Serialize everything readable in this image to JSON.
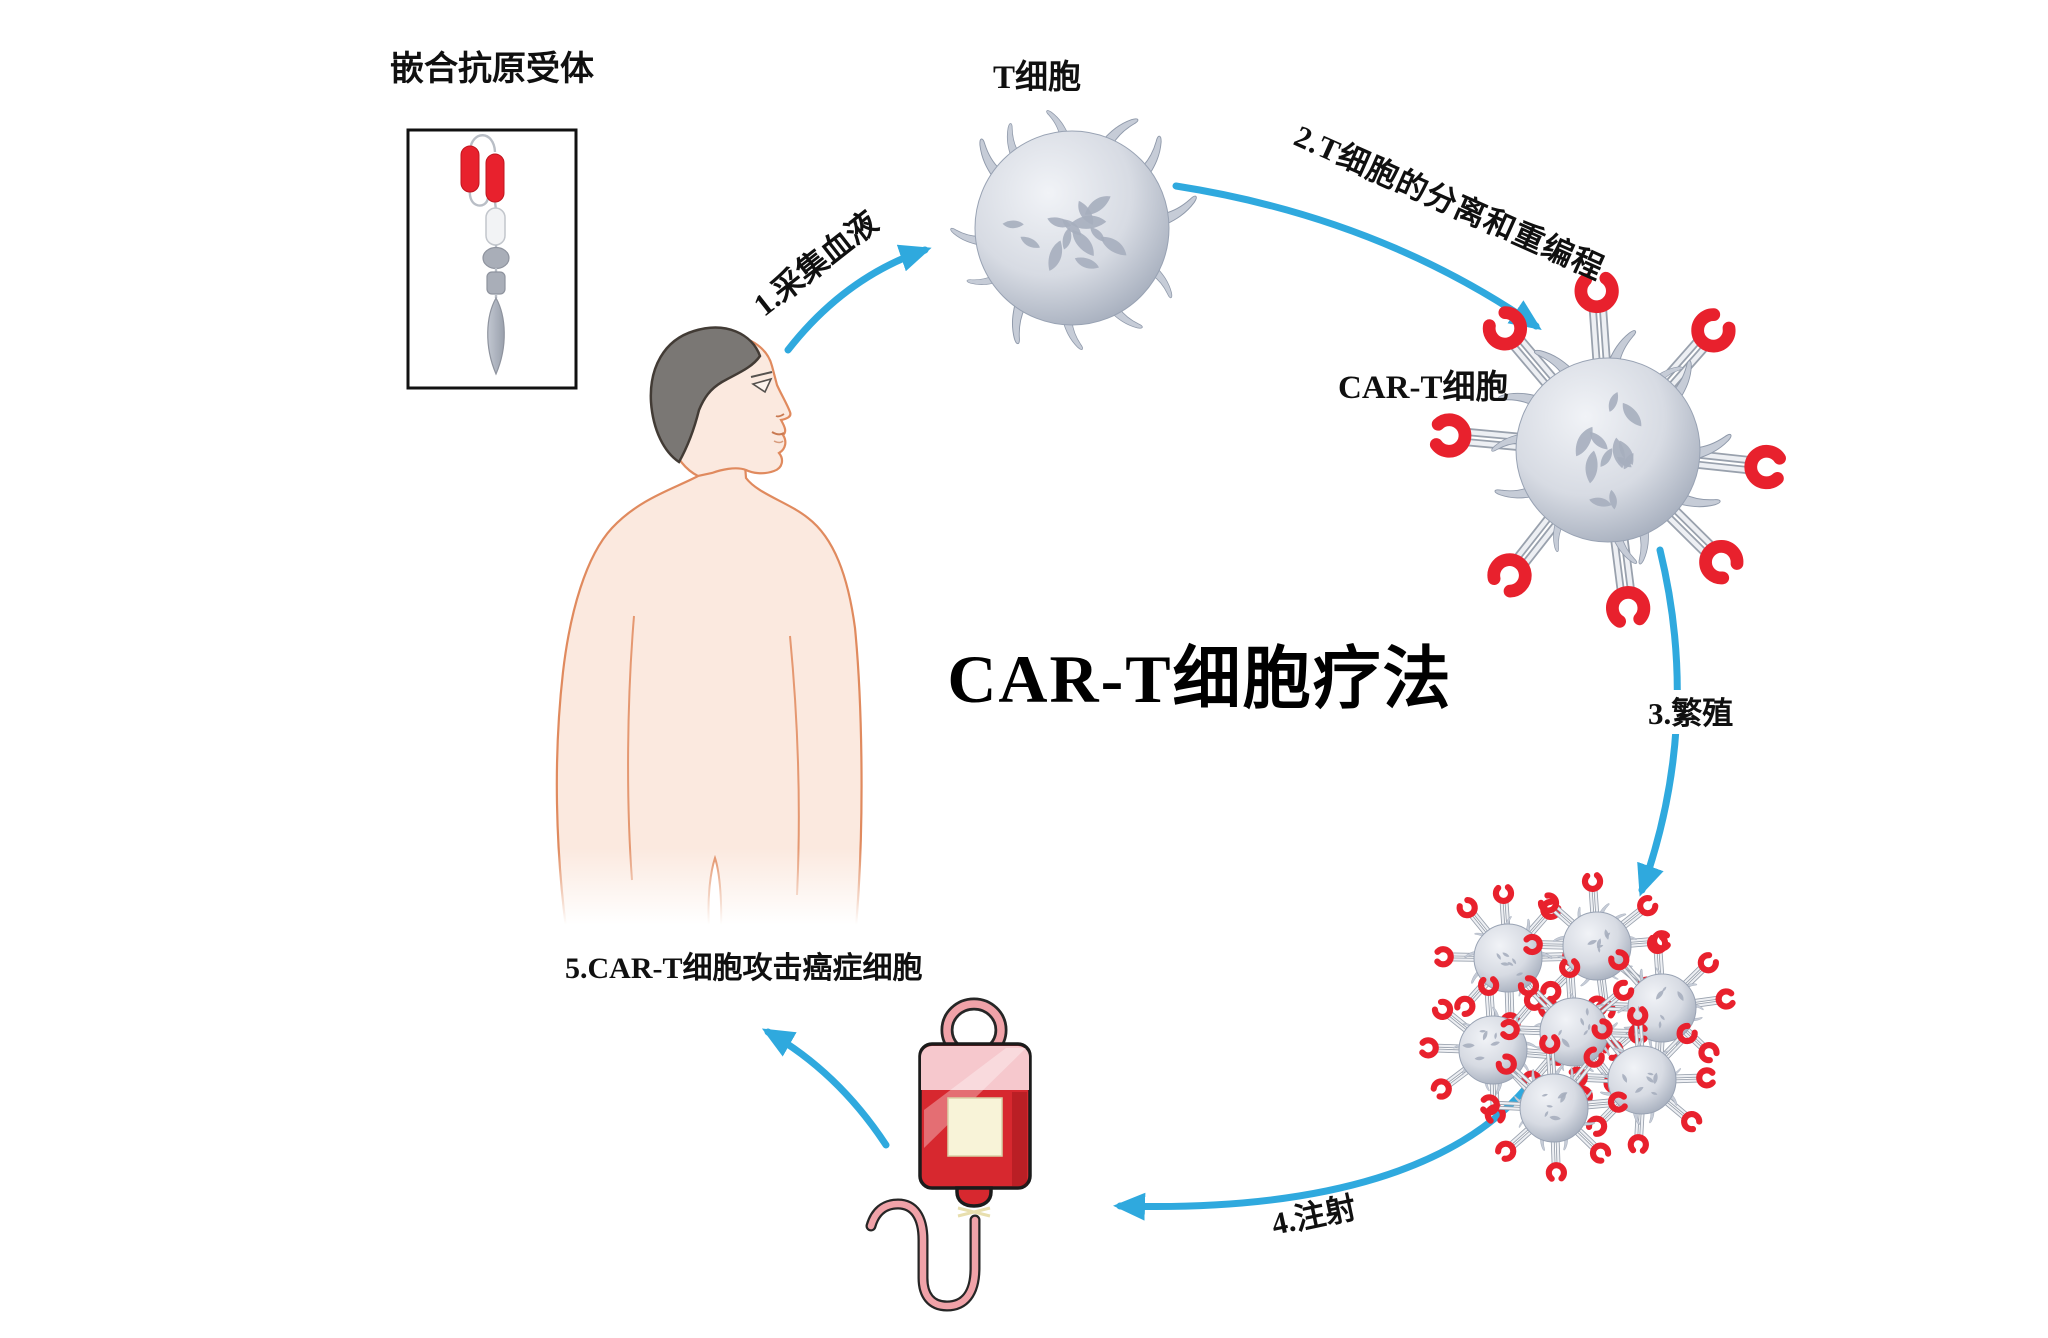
{
  "title": "CAR-T细胞疗法",
  "labels": {
    "receptor": "嵌合抗原受体",
    "t_cell": "T细胞",
    "cart_cell": "CAR-T细胞"
  },
  "steps": [
    {
      "label": "1.采集血液"
    },
    {
      "label": "2.T细胞的分离和重编程"
    },
    {
      "label": "3.繁殖"
    },
    {
      "label": "4.注射"
    },
    {
      "label": "5.CAR-T细胞攻击癌症细胞"
    }
  ],
  "colors": {
    "arrow": "#2FA9DE",
    "receptor_red": "#E8212D",
    "skin": "#FBE9DF",
    "skin_outline": "#E08A5E",
    "hair": "#7A7774",
    "cell_base": "#9EA7B7",
    "bag_red": "#D7282F",
    "bag_pink": "#F6C8CD",
    "bag_label": "#F8F3D8",
    "tube_pink": "#F0A2A8"
  }
}
